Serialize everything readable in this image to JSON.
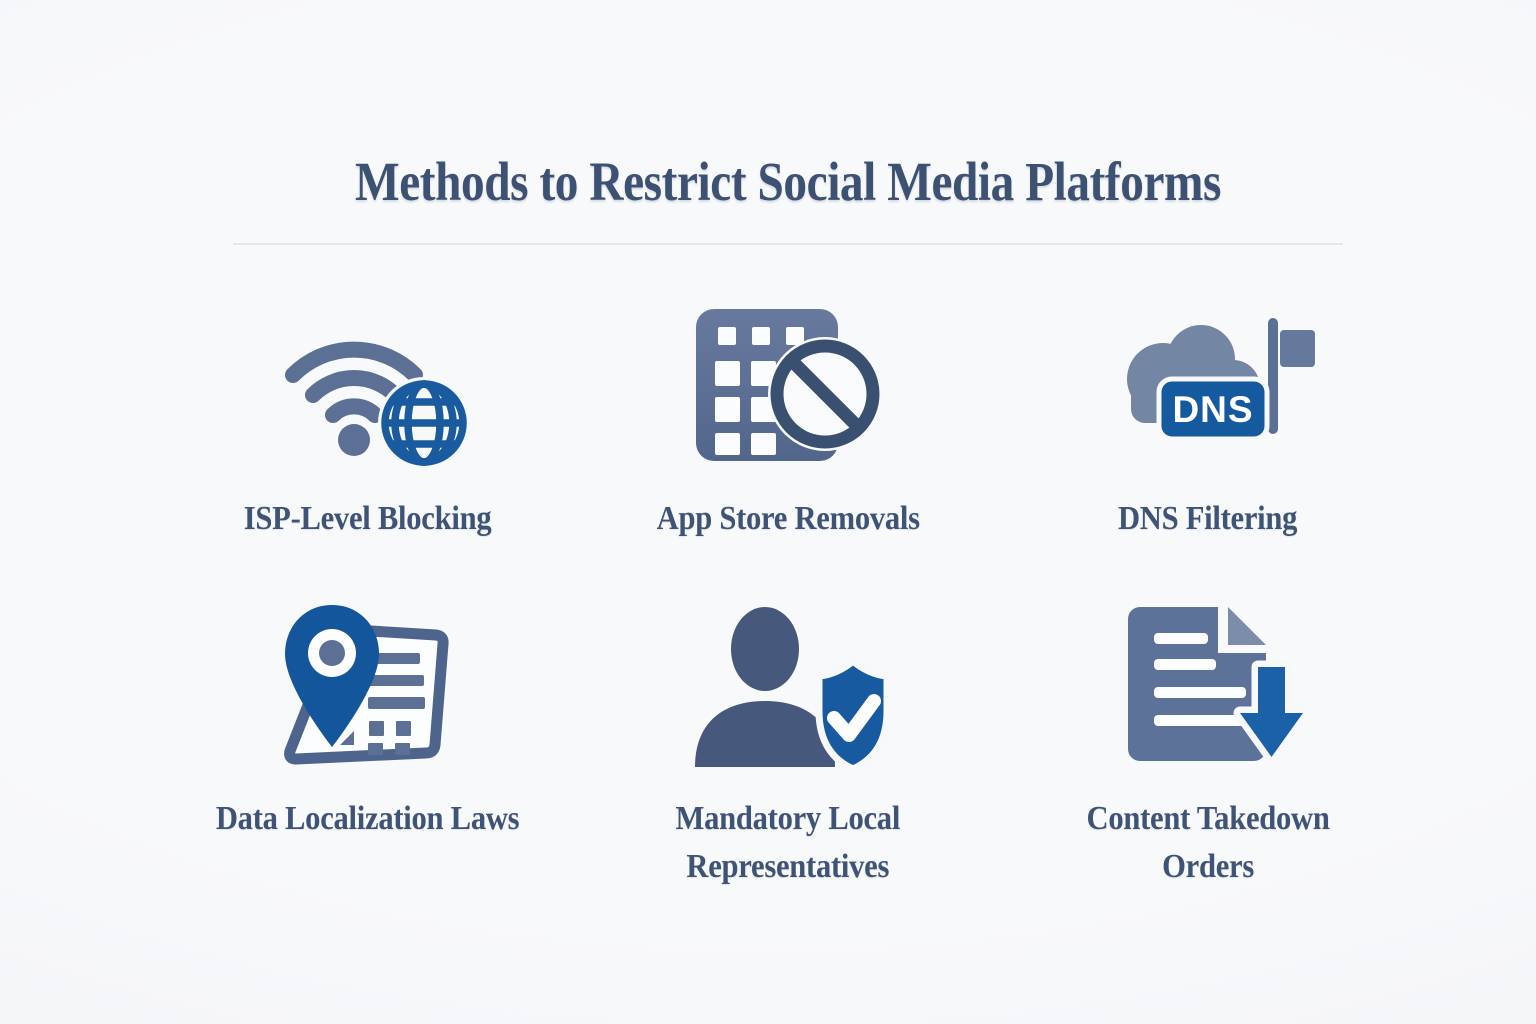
{
  "title": "Methods to Restrict Social Media Platforms",
  "items": [
    {
      "label": "ISP-Level Blocking",
      "lines": [
        "ISP-Level Blocking"
      ],
      "icon": "wifi-globe-icon"
    },
    {
      "label": "App Store Removals",
      "lines": [
        "App Store Removals"
      ],
      "icon": "app-grid-ban-icon"
    },
    {
      "label": "DNS Filtering",
      "lines": [
        "DNS Filtering"
      ],
      "icon": "cloud-dns-flag-icon",
      "badge_text": "DNS"
    },
    {
      "label": "Data Localization Laws",
      "lines": [
        "Data Localization Laws"
      ],
      "icon": "map-pin-document-icon"
    },
    {
      "label": "Mandatory Local Representatives",
      "lines": [
        "Mandatory Local",
        "Representatives"
      ],
      "icon": "person-shield-check-icon"
    },
    {
      "label": "Content Takedown Orders",
      "lines": [
        "Content Takedown",
        "Orders"
      ],
      "icon": "document-download-arrow-icon"
    }
  ],
  "colors": {
    "background": "#f7f8fa",
    "title_text": "#3d5173",
    "label_text": "#3e5375",
    "divider": "#e4e6ec",
    "slate_icon": "#5b7094",
    "slate_fill": "#5e7298",
    "dark_navy": "#3a5070",
    "accent_blue": "#1a5a9e",
    "cloud_gray_blue": "#7386a4",
    "person_slate": "#46587b",
    "icon_detail_white": "#fcfdfe"
  }
}
